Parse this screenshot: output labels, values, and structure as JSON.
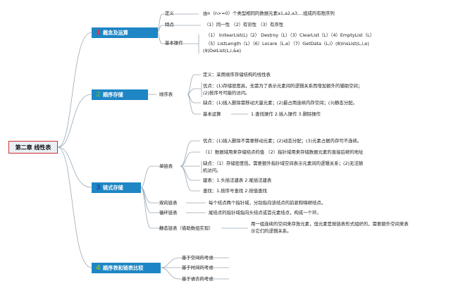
{
  "root": "第二章 线性表",
  "sections": [
    {
      "number": "1",
      "title": "概念及运算",
      "items": {
        "def_label": "定义",
        "def_text": "由n（n>=0）个类型相同的数据元素a1,a2,a3,...组成的有限序列",
        "feat_label": "特点",
        "feat_text": "（1）同一性 （2）有穷性 （3）有序性",
        "ops_label": "基本操作",
        "ops_line1": "（1） InitearList(L)（2） Destroy（L）（3）ClearList（L）（4）EmptyList（L）",
        "ops_line2": "（5）ListLength（L）（6）Locare（L,e）（7）GetData（L,i）(8)InsList(L,i,e)",
        "ops_line3": "(9)DelList(L,i,&e)"
      }
    },
    {
      "number": "2",
      "title": "顺序存储",
      "items": {
        "label": "顺序表",
        "def": "定义：采用顺序存储结构的线性表",
        "adv_line1": "优点：(1)存储密度高，无需为了表示元素间的逻辑关系而增加额外的辅助空间；",
        "adv_line2": "(2)按序号可能的访问。",
        "dis": "缺点：(1)插入删除需移动大量元素；(2)最占用连续内存空间；(3)静态分配。",
        "ops_label": "基本运算",
        "ops_text": "1.查找操作 2.插入操作 3.删除操作"
      }
    },
    {
      "number": "3",
      "title": "链式存储",
      "items": {
        "single_label": "单链表",
        "adv": "优点：(1)插入删除不需要移动元素；(2)动态分配；(3)元素占据内存可不连续。",
        "node_text": "（1）数据域用来存储结点的值 （2）指针域用来存储数据元素的直接后继的地址",
        "dis_line1": "缺点：（1）存储密度低，需要额外指针域空间表示元素间的逻辑关系；(2)无法随",
        "dis_line2": "机访问。",
        "build": "建表：1.头插法建表 2.尾插法建表",
        "find": "查找：1.按序号查找 2.按值查找",
        "double_label": "双向链表",
        "double_text": "每个结点两个指针域，分别指向该结点的前驱和嗨继结点。",
        "circ_label": "循环链表",
        "circ_text": "尾结点的指针域指向头结点或首元素结点，构成一个环。",
        "static_label": "静态链表（借助数组实现）",
        "static_line1": "用一组连续的空间来存放元素，但元素是按链表形式组织的，需要额外空间来表",
        "static_line2": "示它们的逻辑关系。"
      }
    },
    {
      "number": "4",
      "title": "顺序表和链表比较",
      "items": {
        "space": "基于空间的考虑",
        "time": "基于时间的考虑",
        "lang": "基于语言的考虑"
      }
    }
  ],
  "colors": {
    "branch": "#1e86c4",
    "line": "#8a9aa8",
    "root_border": "#d32f2f"
  }
}
